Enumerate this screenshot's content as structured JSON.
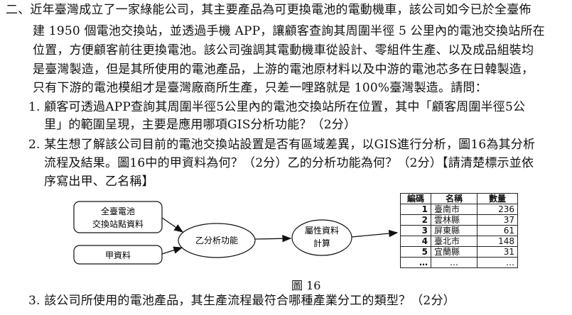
{
  "question": {
    "lines": [
      "二、近年臺灣成立了一家綠能公司，其主要產品為可更換電池的電動機車，該公司如今已於全臺佈",
      "建 1950 個電池交換站，並透過手機 APP，讓顧客查詢其周圍半徑 5 公里內的電池交換站所在",
      "位置，方便顧客前往更換電池。該公司強調其電動機車從設計、零組件生產、以及成品組裝均",
      "是臺灣製造，但是其所使用的電池產品，上游的電池原材料以及中游的電池芯多在日韓製造，",
      "只有下游的電池模組才是臺灣廠商所生產，只差一哩路就是 100%臺灣製造。請問："
    ],
    "sub1": [
      "1. 顧客可透過APP查詢其周圍半徑5公里內的電池交換站所在位置，其中「顧客周圍半徑5公",
      "里」的範圍呈現，主要是應用哪項GIS分析功能？（2分）"
    ],
    "sub2": [
      "2. 某生想了解該公司目前的電池交換站設置是否有區域差異，以GIS進行分析，圖16為其分析",
      "流程及結果。圖16中的甲資料為何？（2分）乙的分析功能為何？（2分）【請清楚標示並依",
      "序寫出甲、乙名稱】"
    ],
    "sub3": "3. 該公司所使用的電池產品，其生產流程最符合哪種產業分工的類型？（2分）"
  },
  "diagram": {
    "box1_line1": "全臺電池",
    "box1_line2": "交換站點資料",
    "box2": "甲資料",
    "ellipse1": "乙分析功能",
    "ellipse2_line1": "屬性資料",
    "ellipse2_line2": "計算"
  },
  "table": {
    "headers": [
      "編碼",
      "名稱",
      "數量"
    ],
    "rows": [
      [
        "1",
        "臺南市",
        "236"
      ],
      [
        "2",
        "雲林縣",
        "37"
      ],
      [
        "3",
        "屏東縣",
        "61"
      ],
      [
        "4",
        "臺北市",
        "148"
      ],
      [
        "5",
        "宜蘭縣",
        "31"
      ],
      [
        "…",
        "…",
        "…"
      ]
    ]
  },
  "figure_caption": "圖 16"
}
